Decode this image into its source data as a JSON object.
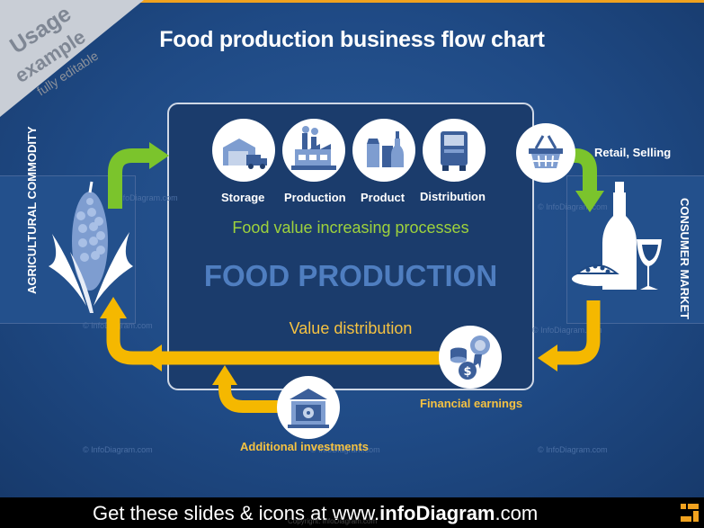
{
  "title": "Food production business flow chart",
  "ribbon": {
    "line1": "Usage",
    "line2": "example",
    "line3": "fully editable"
  },
  "left_label": "AGRICULTURAL COMMODITY",
  "right_label": "CONSUMER MARKET",
  "steps": [
    {
      "label": "Storage",
      "icon": "warehouse-truck-icon"
    },
    {
      "label": "Production",
      "icon": "factory-icon"
    },
    {
      "label": "Product",
      "icon": "bottles-icon"
    },
    {
      "label": "Distribution",
      "icon": "truck-icon"
    }
  ],
  "retail": {
    "label": "Retail, Selling",
    "icon": "shopping-basket-icon"
  },
  "center": {
    "subtitle": "Food value increasing processes",
    "main": "FOOD PRODUCTION",
    "value_distribution": "Value distribution"
  },
  "financial": {
    "label": "Financial earnings",
    "icon": "coins-award-icon"
  },
  "investments": {
    "label": "Additional investments",
    "icon": "bank-safe-icon"
  },
  "watermark": "© InfoDiagram.com",
  "footer": {
    "prefix": "Get these slides & icons at www.",
    "brand": "infoDiagram",
    "suffix": ".com",
    "copy": "Copyright: infoDiagram.com"
  },
  "colors": {
    "green": "#7bc42c",
    "yellow": "#f5b800",
    "bg": "#1f4a85",
    "orange": "#f0a21f"
  }
}
